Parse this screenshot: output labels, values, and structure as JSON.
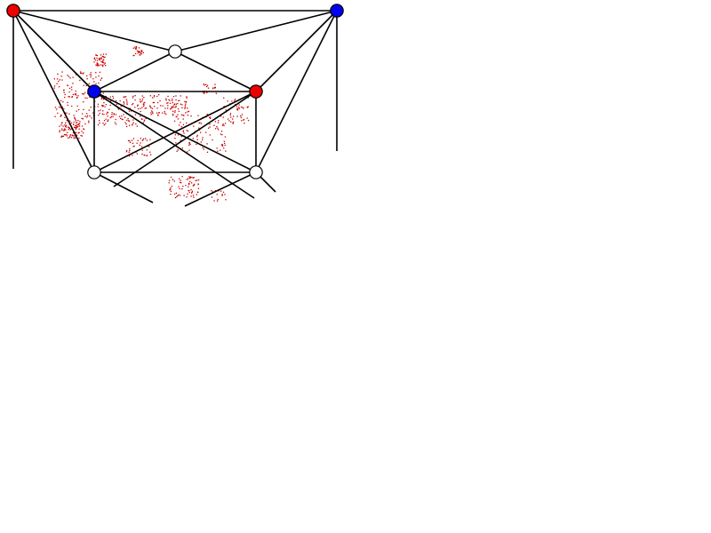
{
  "graph": {
    "colors": {
      "red": "#ee0000",
      "blue": "#0000ee",
      "white": "#ffffff",
      "edge": "#000000",
      "speckle": "#cc0000"
    },
    "nodes": [
      {
        "id": "n0",
        "color": "red"
      },
      {
        "id": "n1",
        "color": "blue"
      },
      {
        "id": "n2",
        "color": "white"
      },
      {
        "id": "n3",
        "color": "blue"
      },
      {
        "id": "n4",
        "color": "red"
      },
      {
        "id": "n5",
        "color": "white"
      },
      {
        "id": "n6",
        "color": "white"
      }
    ],
    "edges": [
      [
        "n0",
        "n1"
      ],
      [
        "n0",
        "n2"
      ],
      [
        "n0",
        "n3"
      ],
      [
        "n0",
        "n5"
      ],
      [
        "n1",
        "n2"
      ],
      [
        "n1",
        "n4"
      ],
      [
        "n1",
        "n6"
      ],
      [
        "n2",
        "n3"
      ],
      [
        "n2",
        "n4"
      ],
      [
        "n3",
        "n4"
      ],
      [
        "n3",
        "n5"
      ],
      [
        "n3",
        "n6"
      ],
      [
        "n4",
        "n5"
      ],
      [
        "n4",
        "n6"
      ],
      [
        "n5",
        "n6"
      ]
    ],
    "dangling_edges": 7
  }
}
